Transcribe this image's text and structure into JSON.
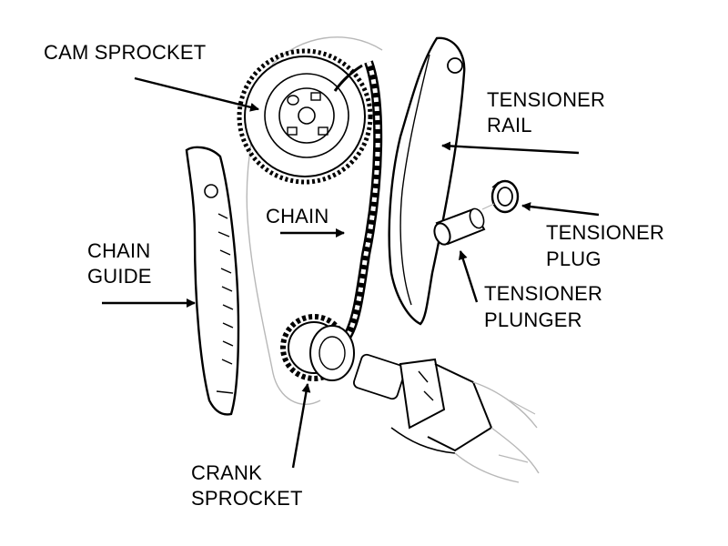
{
  "labels": {
    "cam_sprocket": "CAM SPROCKET",
    "tensioner_rail_1": "TENSIONER",
    "tensioner_rail_2": "RAIL",
    "chain": "CHAIN",
    "tensioner_plug_1": "TENSIONER",
    "tensioner_plug_2": "PLUG",
    "chain_guide_1": "CHAIN",
    "chain_guide_2": "GUIDE",
    "tensioner_plunger_1": "TENSIONER",
    "tensioner_plunger_2": "PLUNGER",
    "crank_sprocket_1": "CRANK",
    "crank_sprocket_2": "SPROCKET"
  },
  "colors": {
    "ink": "#000000",
    "faint_ink": "#b8b8b8",
    "background": "#ffffff"
  }
}
